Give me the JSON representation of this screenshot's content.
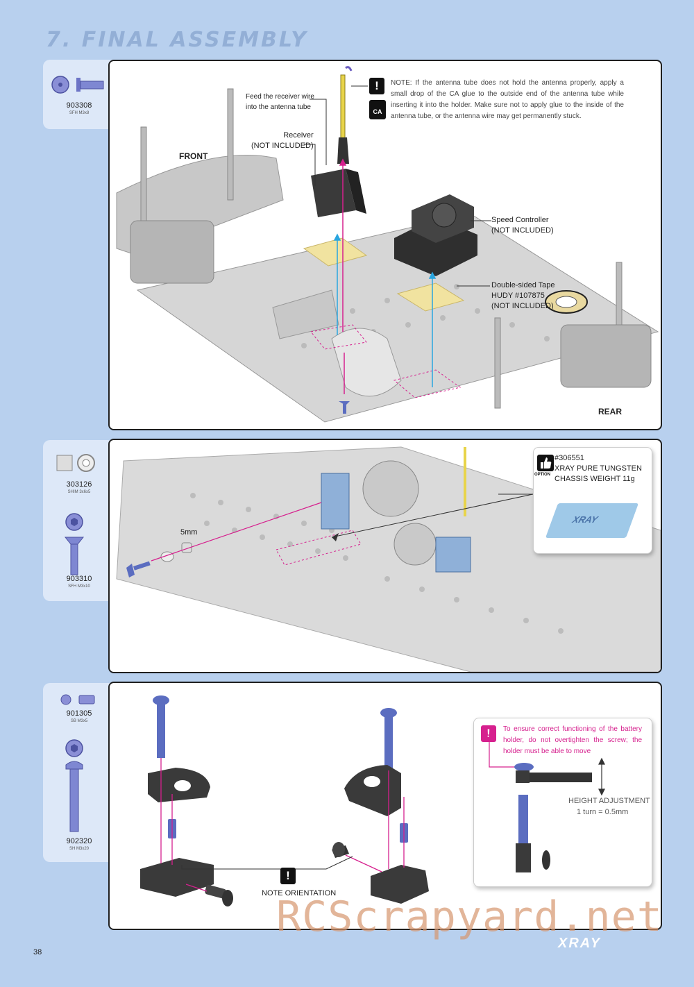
{
  "page": {
    "title": "7. FINAL ASSEMBLY",
    "number": "38",
    "brand": "XRAY",
    "watermark": "RCScrapyard.net"
  },
  "parts": {
    "p1": {
      "code": "903308",
      "desc": "SFH M3x8"
    },
    "p2a": {
      "code": "303126",
      "desc": "SHIM 3x6x5"
    },
    "p2b": {
      "code": "903310",
      "desc": "SFH M3x10"
    },
    "p3a": {
      "code": "901305",
      "desc": "SB M3x5"
    },
    "p3b": {
      "code": "902320",
      "desc": "SH M3x20"
    }
  },
  "step1": {
    "feed_label": "Feed the receiver wire\ninto the antenna tube",
    "receiver_label": "Receiver\n(NOT INCLUDED)",
    "front_label": "FRONT",
    "rear_label": "REAR",
    "speed_label": "Speed Controller\n(NOT INCLUDED)",
    "tape_label": "Double-sided Tape\nHUDY #107875\n(NOT INCLUDED)",
    "ca_label": "CA",
    "note": "NOTE: If the antenna tube does not hold the antenna properly, apply a small drop of the CA glue to the outside end of the antenna tube while inserting it into the holder. Make sure not to apply glue to the inside of the antenna tube, or the antenna wire may get permanently stuck."
  },
  "step2": {
    "dim_label": "5mm",
    "option_code": "#306551",
    "option_text": "XRAY PURE TUNGSTEN\nCHASSIS WEIGHT 11g",
    "option_tag": "OPTION",
    "weight_text": "XRAY"
  },
  "step3": {
    "note_orientation": "NOTE ORIENTATION",
    "battery_note": "To ensure correct functioning of the battery holder, do not overtighten the screw; the holder must be able to move",
    "height_label": "HEIGHT ADJUSTMENT",
    "height_value": "1 turn = 0.5mm"
  },
  "colors": {
    "background": "#b8d0ee",
    "tab": "#dde8f8",
    "accent_pink": "#d6208e",
    "screw_blue": "#5b6dc0",
    "title_blue": "#93afd6"
  }
}
